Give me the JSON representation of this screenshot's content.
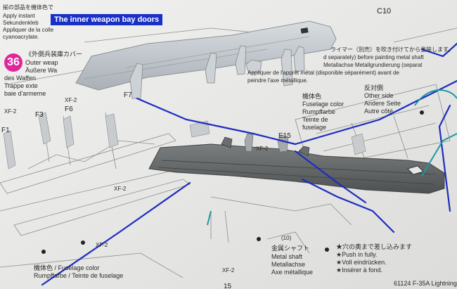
{
  "caption": "The inner weapon bay doors",
  "step_number": "36",
  "topleft_text": [
    "揃の部品を機体色で",
    "Apply instant",
    "Sekundenkleb",
    "Appliquer de la colle",
    "cyanoacrylate."
  ],
  "outer_text": [
    "《外側兵装庫カバー",
    "Outer weap",
    "Äußere Wa",
    "des Waffen",
    "Trappe exte",
    "baie d'armeme"
  ],
  "paint_note": [
    "ライマー（別売）を吹き付けてから塗装します。",
    "d separately) before painting metal shaft",
    "Metallachse Metallgrundierung (separat",
    "Appliquer de l'apprêt métal (disponible séparément) avant de",
    "peindre l'axe métallique."
  ],
  "fuselage_right": [
    "機体色",
    "Fuselage color",
    "Rumpffarbe",
    "Teinte de",
    "fuselage"
  ],
  "other_side": [
    "反対側",
    "Other side",
    "Andere Seite",
    "Autre côté"
  ],
  "fuselage_bottom": [
    "機体色 / Fuselage color",
    "Rumpffarbe / Teinte de fuselage"
  ],
  "metal_shaft": [
    "金属シャフト",
    "Metal shaft",
    "Metallachse",
    "Axe métallique"
  ],
  "push_note": [
    "★穴の奥まで差し込みます",
    "★Push in fully.",
    "★Voll eindrücken.",
    "★Insérer à fond."
  ],
  "part_labels": {
    "c10": "C10",
    "f7": "F7",
    "f3": "F3",
    "f6": "F6",
    "f1": "F1",
    "xf2_a": "XF-2",
    "xf2_b": "XF-2",
    "xf2_c": "XF-2",
    "xf2_d": "XF-2",
    "xf2_e": "XF-2",
    "xf2_f": "XF-2",
    "e15": "E15",
    "ring": "(10)",
    "bottom_num": "15"
  },
  "footer": "61124  F-35A Lightning II"
}
